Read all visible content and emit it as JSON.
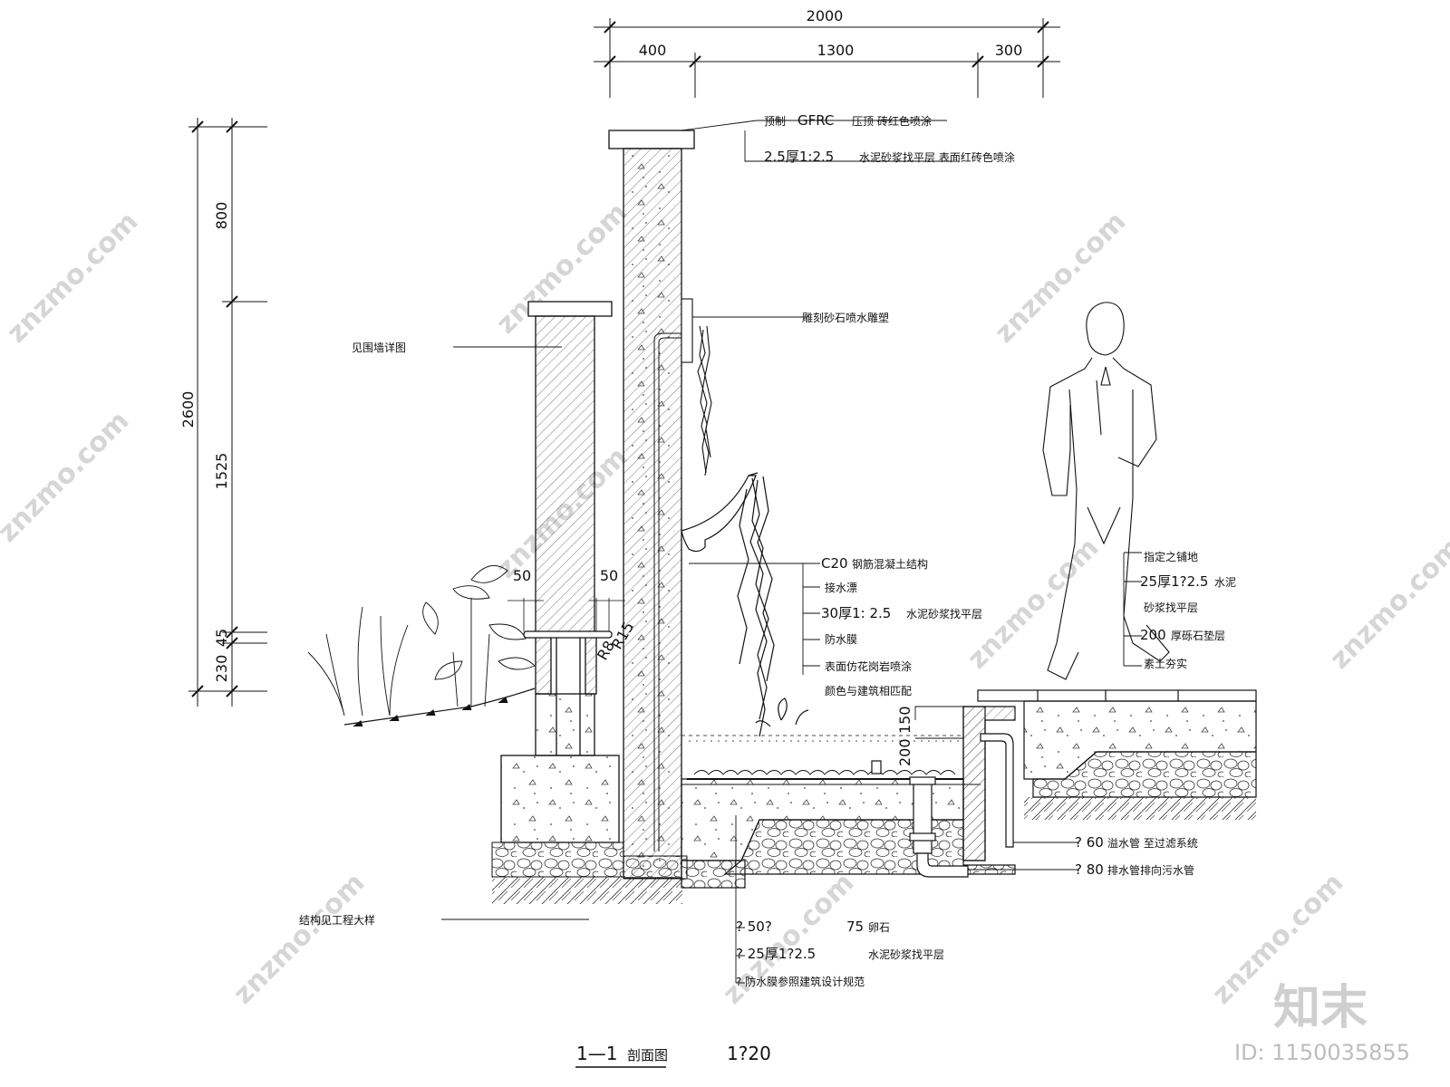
{
  "dimensions": {
    "top_total": "2000",
    "top_a": "400",
    "top_b": "1300",
    "top_c": "300",
    "left_total": "2600",
    "left_a": "800",
    "left_b": "1525",
    "left_c": "45",
    "left_d": "230",
    "gap_left": "50",
    "gap_right": "50",
    "radius_a": "R15",
    "radius_b": "R8",
    "pool_a": "150",
    "pool_b": "200"
  },
  "notes": {
    "coping_1a": "预制",
    "coping_1b": "GFRC",
    "coping_1c": "压顶  砖红色喷涂",
    "coping_2a": "2.5厚1:2.5",
    "coping_2b": "水泥砂浆找平层  表面红砖色喷涂",
    "wall_ref": "见围墙详图",
    "sculpture": "雕刻砂石喷水雕塑",
    "struct_1a": "C20",
    "struct_1b": "钢筋混凝土结构",
    "struct_2": "接水漂",
    "struct_3a": "30厚1: 2.5",
    "struct_3b": "水泥砂浆找平层",
    "struct_4": "防水膜",
    "struct_5": "表面仿花岗岩喷涂",
    "struct_6": "颜色与建筑相匹配",
    "pave_1": "指定之铺地",
    "pave_2a": "25厚1?2.5",
    "pave_2b": "水泥",
    "pave_3": "砂浆找平层",
    "pave_4a": "200",
    "pave_4b": "厚砾石垫层",
    "pave_5": "素土夯实",
    "pipe_1a": "? 60",
    "pipe_1b": "溢水管  至过滤系统",
    "pipe_2a": "? 80",
    "pipe_2b": "排水管排向污水管",
    "foundation": "结构见工程大样",
    "bottom_1a": "? 50?",
    "bottom_1b": "75",
    "bottom_1c": "卵石",
    "bottom_2a": "? 25厚1?2.5",
    "bottom_2b": "水泥砂浆找平层",
    "bottom_3": "? 防水膜参照建筑设计规范"
  },
  "title": {
    "section": "1—1",
    "section_label": "剖面图",
    "scale": "1?20"
  },
  "watermark": {
    "text": "znzmo.com",
    "logo": "知末",
    "id": "ID: 1150035855"
  }
}
